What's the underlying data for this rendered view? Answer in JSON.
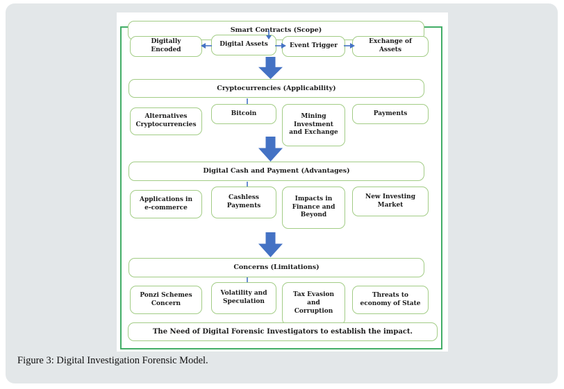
{
  "caption": "Figure 3: Digital Investigation Forensic Model.",
  "diagram": {
    "sections": [
      {
        "header": "Smart Contracts (Scope)",
        "boxes": [
          {
            "label": "Digitally Encoded"
          },
          {
            "label": "Digital Assets"
          },
          {
            "label": "Event Trigger"
          },
          {
            "label": "Exchange of Assets"
          }
        ]
      },
      {
        "header": "Cryptocurrencies (Applicability)",
        "boxes": [
          {
            "label": "Alternatives Cryptocurrencies"
          },
          {
            "label": "Bitcoin"
          },
          {
            "label": "Mining Investment and Exchange"
          },
          {
            "label": "Payments"
          }
        ]
      },
      {
        "header": "Digital Cash and Payment (Advantages)",
        "boxes": [
          {
            "label": "Applications in  e-commerce"
          },
          {
            "label": "Cashless Payments"
          },
          {
            "label": "Impacts in Finance and Beyond"
          },
          {
            "label": "New Investing Market"
          }
        ]
      },
      {
        "header": "Concerns (Limitations)",
        "boxes": [
          {
            "label": "Ponzi Schemes Concern"
          },
          {
            "label": "Volatility and Speculation"
          },
          {
            "label": "Tax Evasion and Corruption"
          },
          {
            "label": "Threats to economy of State"
          }
        ]
      }
    ],
    "footer": "The Need of Digital Forensic Investigators to establish the impact."
  },
  "colors": {
    "card_background": "#e3e7e9",
    "frame_green": "#42ad67",
    "box_border_green": "#a2cc85",
    "arrow_blue": "#4472c4",
    "text": "#1c1c1c"
  }
}
